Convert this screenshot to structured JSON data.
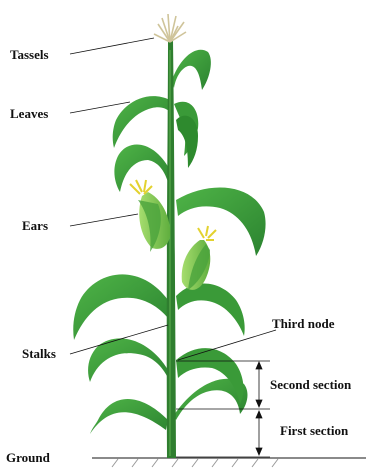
{
  "labels": {
    "tassels": "Tassels",
    "leaves": "Leaves",
    "ears": "Ears",
    "stalks": "Stalks",
    "third_node": "Third node",
    "second_section": "Second section",
    "first_section": "First section",
    "ground": "Ground"
  },
  "colors": {
    "leaf_dark": "#2e8a2e",
    "leaf_mid": "#3fa53c",
    "leaf_light": "#7ccf5a",
    "stalk": "#2f7e2f",
    "ear": "#8fcf5a",
    "silk": "#e8d93a",
    "tassel": "#d8cfa8",
    "ink": "#111111"
  }
}
